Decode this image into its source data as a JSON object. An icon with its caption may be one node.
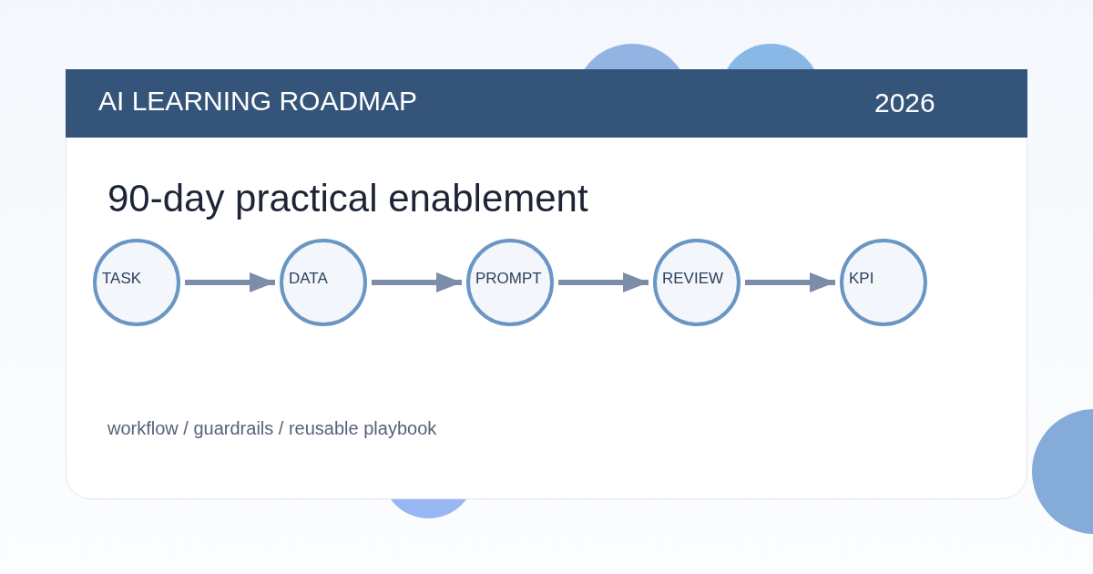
{
  "diagram": {
    "title": "AI LEARNING ROADMAP",
    "nodes": [
      {
        "text": [
          "TASK"
        ]
      },
      {
        "text": [
          "DATA"
        ]
      },
      {
        "text": [
          "PROMPT"
        ]
      },
      {
        "text": [
          "REVIEW"
        ]
      },
      {
        "text": [
          "KPI"
        ]
      }
    ],
    "edges": [
      {
        "from": 0,
        "to": 1,
        "arrow": "to"
      },
      {
        "from": 1,
        "to": 2,
        "arrow": "to"
      },
      {
        "from": 2,
        "to": 3,
        "arrow": "to"
      },
      {
        "from": 3,
        "to": 4,
        "arrow": "to"
      }
    ],
    "labels": [
      "2026",
      "90-day practical enablement",
      "workflow / guardrails / reusable playbook"
    ]
  }
}
